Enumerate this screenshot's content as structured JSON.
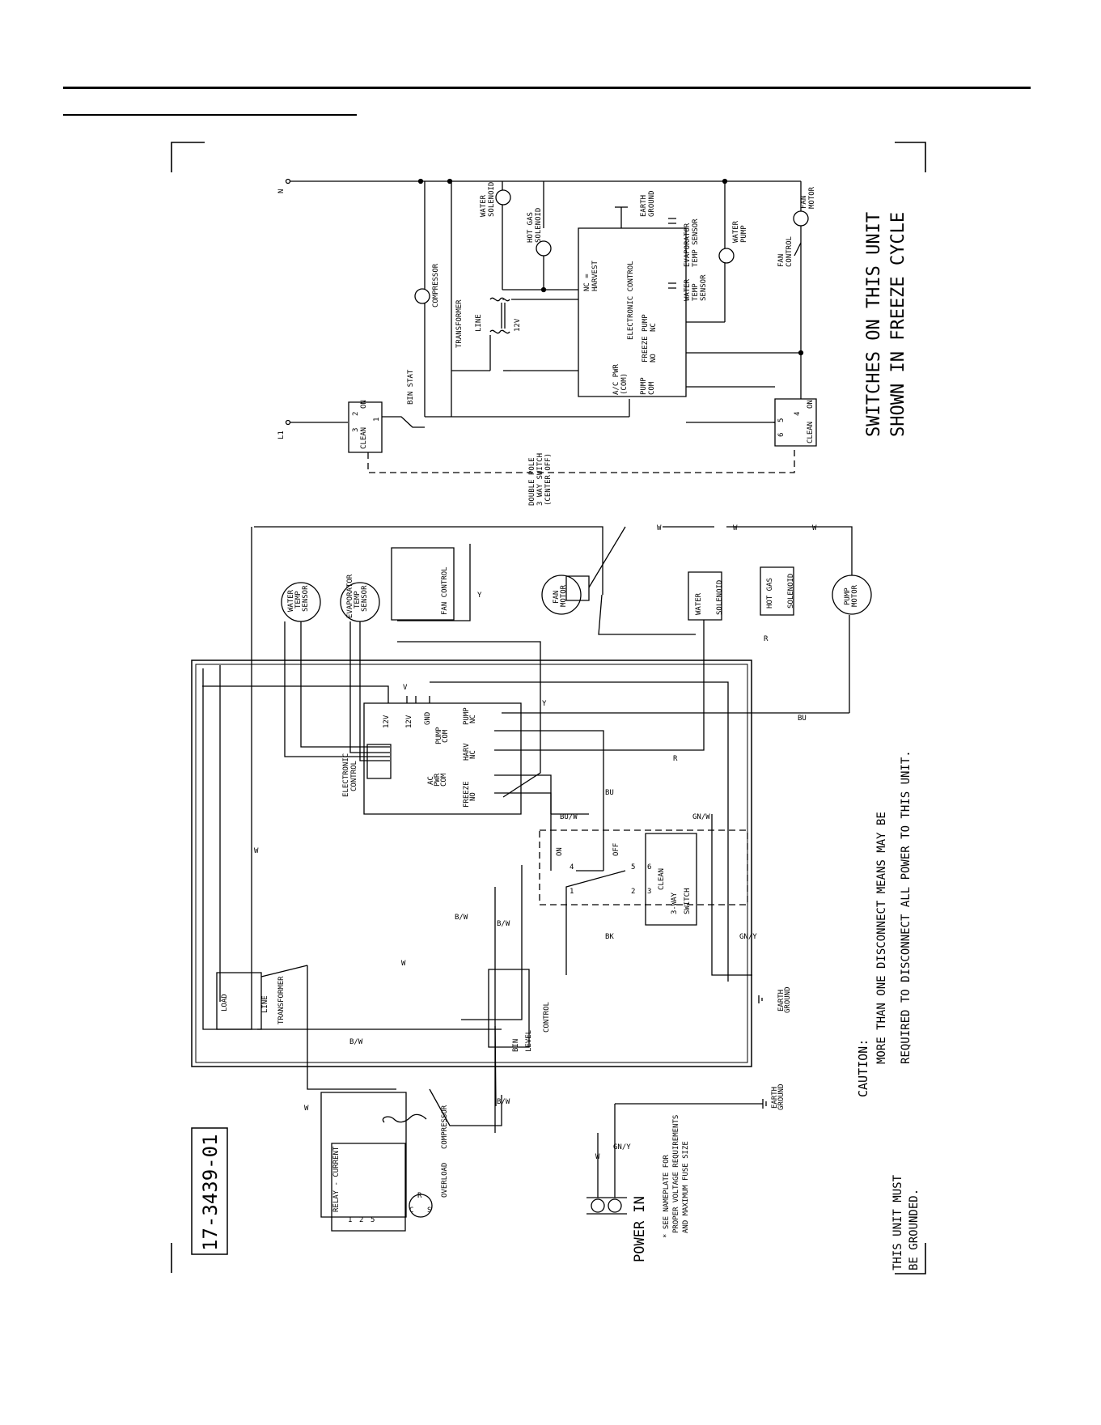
{
  "drawing_number": "17-3439-01",
  "switch_note": [
    "SWITCHES ON THIS UNIT",
    "SHOWN IN FREEZE CYCLE"
  ],
  "caution": {
    "heading": "CAUTION:",
    "lines": [
      "MORE THAN ONE DISCONNECT MEANS MAY BE",
      "REQUIRED TO DISCONNECT ALL POWER TO THIS UNIT."
    ]
  },
  "ground_note": [
    "THIS UNIT MUST",
    "BE GROUNDED."
  ],
  "power_in": "POWER IN",
  "nameplate_note": [
    "* SEE NAMEPLATE FOR",
    "PROPER VOLTAGE REQUIREMENTS",
    "AND MAXIMUM FUSE SIZE"
  ],
  "schematic": {
    "n": "N",
    "l1": "L1",
    "compressor": "COMPRESSOR",
    "transformer": "TRANSFORMER",
    "line": "LINE",
    "v12": "12V",
    "bin_stat": "BIN STAT",
    "water_solenoid": [
      "WATER",
      "SOLENOID"
    ],
    "hot_gas_solenoid": [
      "HOT GAS",
      "SOLENOID"
    ],
    "earth_ground": [
      "EARTH",
      "GROUND"
    ],
    "electronic_control": "ELECTRONIC CONTROL",
    "nc_harvest": [
      "NC =",
      "HARVEST"
    ],
    "ac_pwr": [
      "A/C PWR",
      "(COM)"
    ],
    "pump_com": [
      "PUMP",
      "COM"
    ],
    "freeze_no": [
      "FREEZE",
      "NO"
    ],
    "pump_nc": [
      "PUMP",
      "NC"
    ],
    "water_temp_sensor": [
      "WATER",
      "TEMP",
      "SENSOR"
    ],
    "evaporator_temp_sensor": [
      "EVAPORATOR",
      "TEMP SENSOR"
    ],
    "water_pump": [
      "WATER",
      "PUMP"
    ],
    "fan_control": [
      "FAN",
      "CONTROL"
    ],
    "fan_motor": [
      "FAN",
      "MOTOR"
    ],
    "clean": "CLEAN",
    "on": "ON",
    "double_pole": [
      "DOUBLE POLE",
      "3 WAY SWITCH",
      "(CENTER OFF)"
    ],
    "t2": "2",
    "t1": "1",
    "t3": "3",
    "t4": "4",
    "t5": "5",
    "t6": "6"
  },
  "wiring": {
    "water_temp_sensor": [
      "WATER",
      "TEMP",
      "SENSOR"
    ],
    "evaporator_temp_sensor": [
      "EVAPORATOR",
      "TEMP",
      "SENSOR"
    ],
    "fan_control": "FAN CONTROL",
    "fan_motor": [
      "FAN",
      "MOTOR"
    ],
    "water_solenoid": [
      "WATER",
      "SOLENOID"
    ],
    "hot_gas_solenoid": [
      "HOT GAS",
      "SOLENOID"
    ],
    "pump_motor": [
      "PUMP",
      "MOTOR"
    ],
    "electronic_control": [
      "ELECTRONIC",
      "CONTROL"
    ],
    "ctrl_12v_a": "12V",
    "ctrl_12v_b": "12V",
    "ctrl_gnd": "GND",
    "ctrl_pump_nc": [
      "PUMP",
      "NC"
    ],
    "ctrl_pump_com": [
      "PUMP",
      "COM"
    ],
    "ctrl_harv_nc": [
      "HARV",
      "NC"
    ],
    "ctrl_ac_pwr": [
      "AC",
      "PWR",
      "COM"
    ],
    "ctrl_freeze_no": [
      "FREEZE",
      "NO"
    ],
    "switch_on": "ON",
    "switch_off": "OFF",
    "switch_clean": "CLEAN",
    "switch_name": [
      "3-WAY",
      "SWITCH"
    ],
    "sw1": "1",
    "sw2": "2",
    "sw3": "3",
    "sw4": "4",
    "sw5": "5",
    "sw6": "6",
    "bin_level": [
      "BIN",
      "LEVEL"
    ],
    "control": "CONTROL",
    "load": "LOAD",
    "line": "LINE",
    "transformer": "TRANSFORMER",
    "earth_ground_a": [
      "EARTH",
      "GROUND"
    ],
    "earth_ground_b": [
      "EARTH",
      "GROUND"
    ],
    "relay_current": "RELAY - CURRENT",
    "overload": "OVERLOAD",
    "compressor": "COMPRESSOR",
    "wire_w": "W",
    "wire_y": "Y",
    "wire_v": "V",
    "wire_r": "R",
    "wire_bu": "BU",
    "wire_bk": "BK",
    "wire_bw": "B/W",
    "wire_buw": "BU/W",
    "wire_gnw": "GN/W",
    "wire_gny": "GN/Y",
    "relay_pins": [
      "1",
      "2",
      "5"
    ],
    "comp_pins": [
      "R",
      "C",
      "S"
    ]
  }
}
